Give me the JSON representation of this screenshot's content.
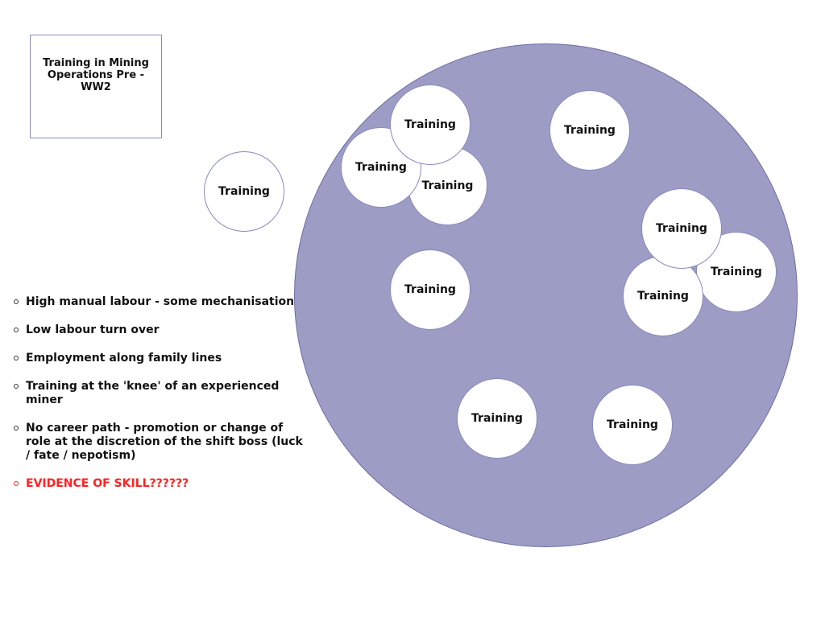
{
  "title": "Training in Mining Operations Pre - WW2",
  "bubble_label": "Training",
  "bubbles": [
    {
      "label": "Training"
    },
    {
      "label": "Training"
    },
    {
      "label": "Training"
    },
    {
      "label": "Training"
    },
    {
      "label": "Training"
    },
    {
      "label": "Training"
    },
    {
      "label": "Training"
    },
    {
      "label": "Training"
    },
    {
      "label": "Training"
    },
    {
      "label": "Training"
    },
    {
      "label": "Training"
    }
  ],
  "bullets": [
    "High manual labour - some mechanisation",
    "Low labour turn over",
    "Employment along family lines",
    "Training at the 'knee' of an experienced miner",
    "No career path - promotion or change of role at the discretion of the shift boss (luck / fate / nepotism)",
    "EVIDENCE OF SKILL??????"
  ],
  "colors": {
    "big_circle_fill": "#9c9cc5",
    "bubble_border": "#8a8abf",
    "highlight_text": "#ff2222"
  }
}
